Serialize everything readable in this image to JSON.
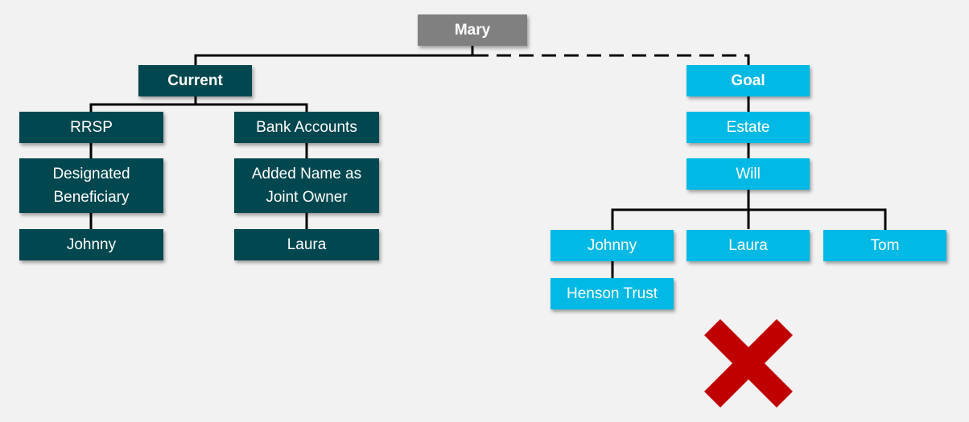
{
  "root": "Mary",
  "current": {
    "title": "Current",
    "rrsp": {
      "label": "RRSP",
      "detail_1": "Designated",
      "detail_2": "Beneficiary",
      "beneficiary": "Johnny"
    },
    "bank": {
      "label": "Bank Accounts",
      "detail_1": "Added Name as",
      "detail_2": "Joint Owner",
      "beneficiary": "Laura"
    }
  },
  "goal": {
    "title": "Goal",
    "estate": "Estate",
    "will": "Will",
    "heirs": [
      "Johnny",
      "Laura",
      "Tom"
    ],
    "trust": "Henson Trust"
  },
  "colors": {
    "root": "#808080",
    "current": "#00474f",
    "goal": "#00b9e4",
    "cross": "#c00000",
    "background": "#f2f2f2"
  },
  "icons": {
    "cross": "cross-icon"
  }
}
